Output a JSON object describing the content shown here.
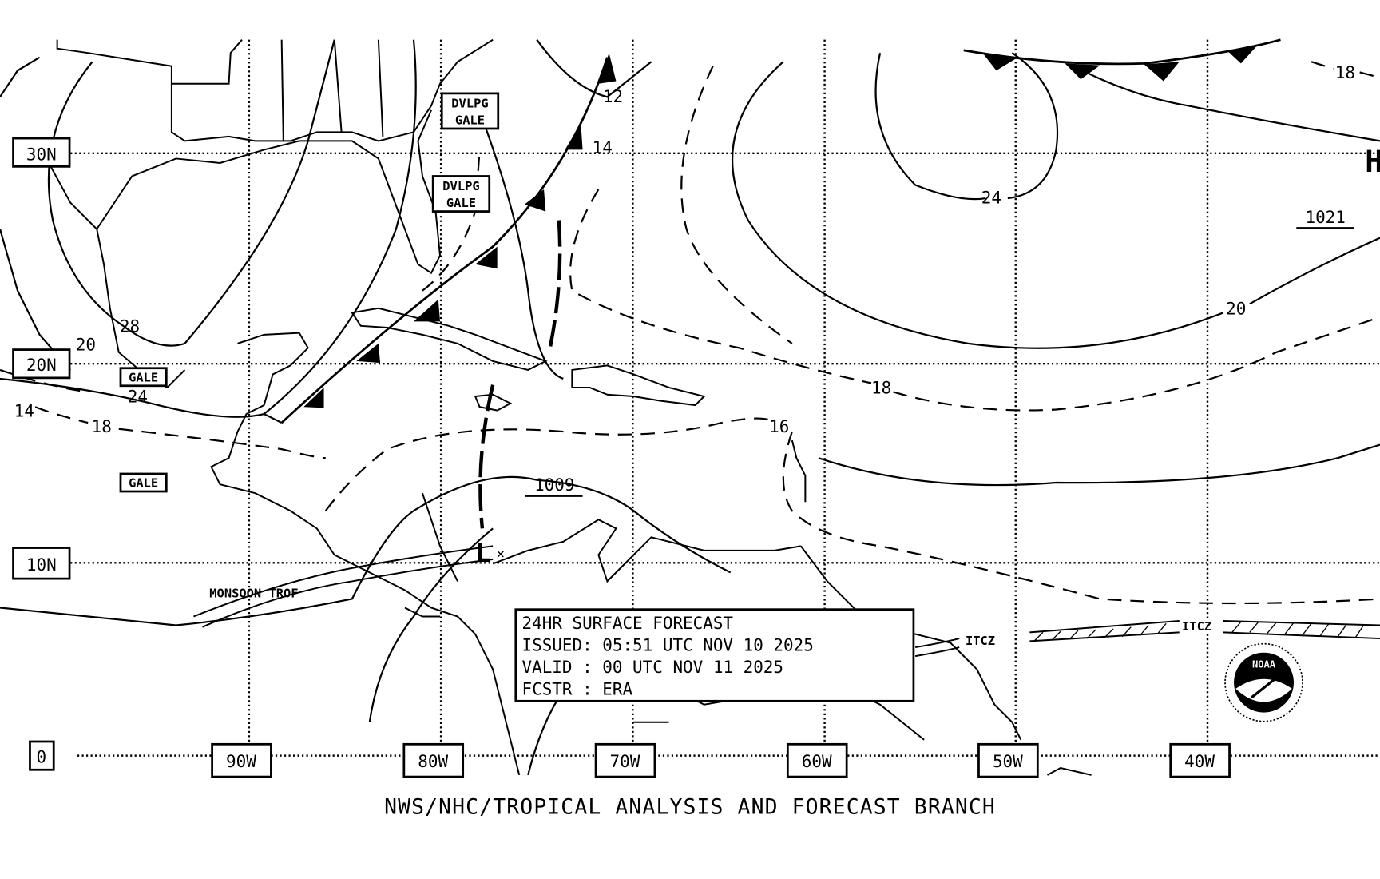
{
  "map": {
    "latitude_labels": [
      "30N",
      "20N",
      "10N",
      "0"
    ],
    "longitude_labels": [
      "90W",
      "80W",
      "70W",
      "60W",
      "50W",
      "40W"
    ],
    "isobar_labels": [
      "12",
      "14",
      "24",
      "20",
      "18",
      "16",
      "18",
      "28",
      "20",
      "24",
      "14",
      "18"
    ],
    "pressure_centers": [
      {
        "type": "L",
        "value": "1009"
      },
      {
        "type": "H",
        "value": "1021"
      }
    ],
    "warnings": [
      "DVLPG\nGALE",
      "DVLPG\nGALE",
      "GALE",
      "GALE"
    ],
    "warning_lines": {
      "dvlpg": "DVLPG",
      "gale": "GALE"
    },
    "features": {
      "monsoon_trough": "MONSOON TROF",
      "itcz": "ITCZ"
    },
    "logo_text": "NOAA"
  },
  "info_box": {
    "line1": "24HR SURFACE FORECAST",
    "line2": "ISSUED: 05:51 UTC NOV 10 2025",
    "line3": "VALID : 00 UTC NOV 11 2025",
    "line4": "FCSTR : ERA"
  },
  "footer": "NWS/NHC/TROPICAL ANALYSIS AND FORECAST BRANCH"
}
